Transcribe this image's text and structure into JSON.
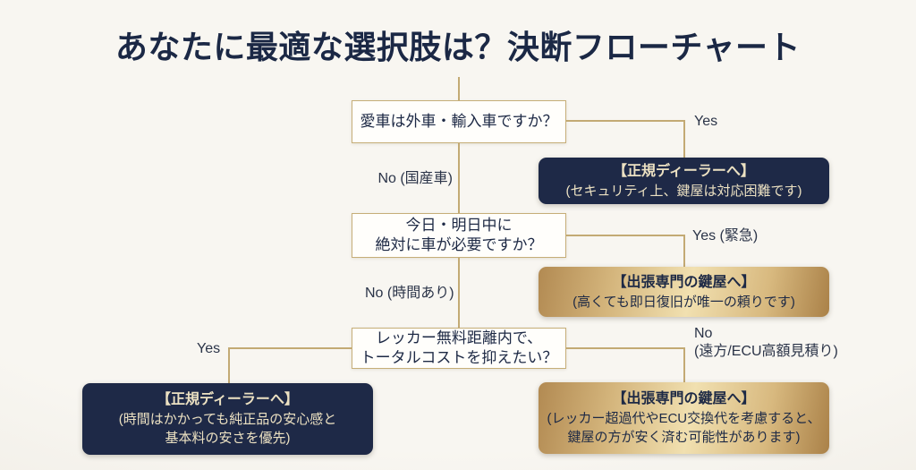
{
  "page": {
    "title": "あなたに最適な選択肢は？決断フローチャート",
    "background_color": "#f6f4ee",
    "accent_gold": "#c3aa74",
    "navy": "#1e2947",
    "gold_gradient": [
      "#b28a52",
      "#f1e0b0",
      "#aa8148"
    ]
  },
  "flowchart": {
    "questions": [
      {
        "id": "q1",
        "lines": [
          "愛車は外車・輸入車ですか？"
        ]
      },
      {
        "id": "q2",
        "lines": [
          "今日・明日中に",
          "絶対に車が必要ですか？"
        ]
      },
      {
        "id": "q3",
        "lines": [
          "レッカー無料距離内で、",
          "トータルコストを抑えたい？"
        ]
      }
    ],
    "labels": {
      "q1_yes": "Yes",
      "q1_no": "No (国産車)",
      "q2_yes": "Yes (緊急)",
      "q2_no": "No (時間あり)",
      "q3_yes": "Yes",
      "q3_no_line1": "No",
      "q3_no_line2": "(遠方/ECU高額見積り)"
    },
    "results": [
      {
        "id": "dealer-1",
        "style": "navy",
        "lines": [
          "【正規ディーラーへ】",
          "(セキュリティ上、鍵屋は対応困難です)"
        ]
      },
      {
        "id": "locksmith-1",
        "style": "gold",
        "lines": [
          "【出張専門の鍵屋へ】",
          "(高くても即日復旧が唯一の頼りです)"
        ]
      },
      {
        "id": "dealer-2",
        "style": "navy",
        "lines": [
          "【正規ディーラーへ】",
          "(時間はかかっても純正品の安心感と",
          "基本料の安さを優先)"
        ]
      },
      {
        "id": "locksmith-2",
        "style": "gold",
        "lines": [
          "【出張専門の鍵屋へ】",
          "(レッカー超過代やECU交換代を考慮すると、",
          "鍵屋の方が安く済む可能性があります)"
        ]
      }
    ]
  }
}
